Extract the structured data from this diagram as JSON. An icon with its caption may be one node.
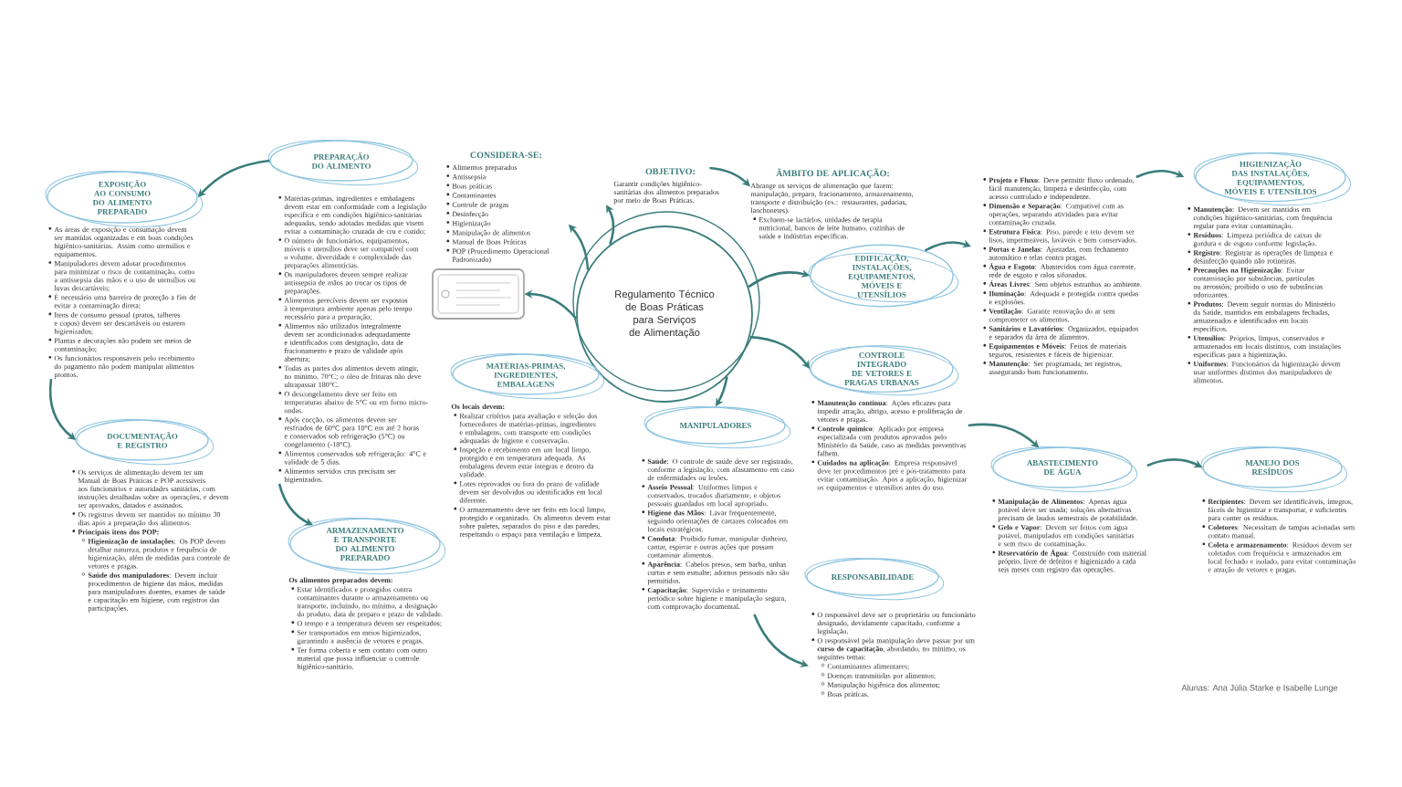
{
  "diagram": {
    "nodes": [
      {
        "text": [
          "Regulamento Técnico de Boas Práticas para Serviços de Alimentação"
        ]
      },
      {
        "text": [
          "CONSIDERA-SE:",
          "Alimentos preparados",
          "Antissepsia",
          "Boas práticas",
          "Contaminantes",
          "Controle de pragas",
          "Desinfecção",
          "Higienização",
          "Manipulação de alimentos",
          "Manual de Boas Práticas",
          "POP (Procedimento Operacional Padronizado)"
        ]
      },
      {
        "text": [
          "OBJETIVO:",
          "Garantir condições higiênico-sanitárias dos alimentos preparados por meio de Boas Práticas."
        ]
      },
      {
        "text": [
          "ÂMBITO DE APLICAÇÃO:",
          "Abrange os serviços de alimentação que fazem: manipulação, preparo, fracionamento, armazenamento, transporte e distribuição (ex.: restaurantes, padarias, lanchonetes).",
          "Excluem-se lactários, unidades de terapia nutricional, bancos de leite humano, cozinhas de saúde e indústrias específicas."
        ]
      },
      {
        "text": [],
        "shape": "picture"
      },
      {
        "text": [
          "EDIFICAÇÃO, INSTALAÇÕES, EQUIPAMENTOS, MÓVEIS E UTENSÍLIOS",
          "**Projeto e Fluxo**: Deve permitir fluxo ordenado, fácil manutenção, limpeza e desinfecção, com acesso controlado e independente.",
          "**Dimensão e Separação**: Compatível com as operações, separando atividades para evitar contaminação cruzada.",
          "**Estrutura Física**: Piso, parede e teto devem ser lisos, impermeáveis, laváveis e bem conservados.",
          "**Portas e Janelas**: Ajustadas, com fechamento automático e telas contra pragas.",
          "**Água e Esgoto**: Abastecidos com água corrente, rede de esgoto e ralos sifonados.",
          "**Áreas Livres**: Sem objetos estranhos ao ambiente.",
          "**Iluminação**: Adequada e protegida contra quedas e explosões.",
          "**Ventilação**: Garante renovação do ar sem comprometer os alimentos.",
          "**Sanitários e Lavatórios**: Organizados, equipados e separados da área de alimentos.",
          "**Equipamentos e Móveis**: Feitos de materiais seguros, resistentes e fáceis de higienizar.",
          "**Manutenção**: Ser programada, ter registros, assegurando bom funcionamento."
        ]
      },
      {
        "text": [
          "HIGIENIZAÇÃO DAS INSTALAÇÕES, EQUIPAMENTOS, MÓVEIS E UTENSÍLIOS",
          "**Manutenção**: Devem ser mantidos em condições higiênico-sanitárias, com frequência regular para evitar contaminação.",
          "**Resíduos**: Limpeza periódica de caixas de gordura e de esgoto conforme legislação.",
          "**Registro**: Registrar as operações de limpeza e desinfecção quando não rotineiras.",
          "**Precauções na Higienização**: Evitar contaminação por substâncias, partículas ou aerossóis; proibido o uso de substâncias odorizantes.",
          "**Produtos**: Devem seguir normas do Ministério da Saúde, mantidos em embalagens fechadas, armazenados e identificados em locais específicos.",
          "**Utensílios**: Próprios, limpos, conservados e armazenados em locais distintos, com instalações específicas para a higienização.",
          "**Uniformes**: Funcionários da higienização devem usar uniformes distintos dos manipuladores de alimentos."
        ]
      },
      {
        "text": [
          "CONTROLE INTEGRADO DE VETORES E PRAGAS URBANAS",
          "**Manutenção contínua**: Ações eficazes para impedir atração, abrigo, acesso e proliferação de vetores e pragas.",
          "**Controle químico**: Aplicado por empresa especializada com produtos aprovados pelo Ministério da Saúde, caso as medidas preventivas falhem.",
          "**Cuidados na aplicação**: Empresa responsável deve ter procedimentos pré e pós-tratamento para evitar contaminação. Após a aplicação, higienizar os equipamentos e utensílios antes do uso."
        ]
      },
      {
        "text": [
          "ABASTECIMENTO DE ÁGUA",
          "**Manipulação de Alimentos**: Apenas água potável deve ser usada; soluções alternativas precisam de laudos semestrais de potabilidade.",
          "**Gelo e Vapor**: Devem ser feitos com água potável, manipulados em condições sanitárias e sem risco de contaminação.",
          "**Reservatório de Água**: Construído com material próprio, livre de defeitos e higienizado a cada seis meses com registro das operações."
        ]
      },
      {
        "text": [
          "MANEJO DOS RESÍDUOS",
          "**Recipientes**: Devem ser identificáveis, íntegros, fáceis de higienizar e transportar, e suficientes para conter os resíduos.",
          "**Coletores**: Necessitam de tampas acionadas sem contato manual.",
          "**Coleta e armazenamento**: Resíduos devem ser coletados com frequência e armazenados em local fechado e isolado, para evitar contaminação e atração de vetores e pragas."
        ]
      },
      {
        "text": [
          "MATÉRIAS-PRIMAS, INGREDIENTES, EMBALAGENS",
          "Os locais devem:",
          "Realizar critérios para avaliação e seleção dos fornecedores de matérias-primas, ingredientes e embalagens, com transporte em condições adequadas de higiene e conservação.",
          "Inspeção e recebimento em um local limpo, protegido e em temperatura adequada. As embalagens devem estar íntegras e dentro da validade.",
          "Lotes reprovados ou fora do prazo de validade devem ser devolvidos ou identificados em local diferente.",
          "O armazenamento deve ser feito em local limpo, protegido e organizado. Os alimentos devem estar sobre paletes, separados do piso e das paredes, respeitando o espaço para ventilação e limpeza."
        ]
      },
      {
        "text": [
          "MANIPULADORES",
          "**Saúde**: O controle de saúde deve ser registrado, conforme a legislação, com afastamento em caso de enfermidades ou lesões.",
          "**Asseio Pessoal**: Uniformes limpos e conservados, trocados diariamente, e objetos pessoais guardados em local apropriado.",
          "**Higiene das Mãos**: Lavar frequentemente, seguindo orientações de cartazes colocados em locais estratégicos.",
          "**Conduta**: Proibido fumar, manipular dinheiro, cantar, espirrar e outras ações que possam contaminar alimentos.",
          "**Aparência**: Cabelos presos, sem barba, unhas curtas e sem esmalte; adornos pessoais não são permitidos.",
          "**Capacitação**: Supervisão e treinamento periódico sobre higiene e manipulação segura, com comprovação documental."
        ]
      },
      {
        "text": [
          "RESPONSABILIDADE",
          "O responsável deve ser o proprietário ou funcionário designado, devidamente capacitado, conforme a legislação.",
          "O responsável pela manipulação deve passar por um **curso de capacitação**, abordando, no mínimo, os seguintes temas:",
          "Contaminantes alimentares;",
          "Doenças transmitidas por alimentos;",
          "Manipulação higiênica dos alimentos;",
          "Boas práticas."
        ]
      },
      {
        "text": [
          "PREPARAÇÃO DO ALIMENTO",
          "Matérias-primas, ingredientes e embalagens devem estar em conformidade com a legislação específica e em condições higiênico-sanitárias adequadas, sendo adotadas medidas que visem evitar a contaminação cruzada de cru e cozido;",
          "O número de funcionários, equipamentos, móveis e utensílios deve ser compatível com o volume, diversidade e complexidade das preparações alimentícias.",
          "Os manipuladores devem sempre realizar antissepsia de mãos ao trocar os tipos de preparações.",
          "Alimentos perecíveis devem ser expostos à temperatura ambiente apenas pelo tempo necessário para a preparação;",
          "Alimentos não utilizados integralmente devem ser acondicionados adequadamente e identificados com designação, data de fracionamento e prazo de validade após abertura;",
          "Todas as partes dos alimentos devem atingir, no mínimo, 70°C; o óleo de frituras não deve ultrapassar 180°C.",
          "O descongelamento deve ser feito em temperaturas abaixo de 5°C ou em forno micro-ondas.",
          "Após cocção, os alimentos devem ser resfriados de 60°C para 10°C em até 2 horas e conservados sob refrigeração (5°C) ou congelamento (-18°C).",
          "Alimentos conservados sob refrigeração: 4°C e validade de 5 dias.",
          "Alimentos servidos crus precisam ser higienizados."
        ]
      },
      {
        "text": [
          "EXPOSIÇÃO AO CONSUMO DO ALIMENTO PREPARADO",
          "As áreas de exposição e consumação devem ser mantidas organizadas e em boas condições higiênico-sanitárias. Assim como utensílios e equipamentos.",
          "Manipuladores devem adotar procedimentos para minimizar o risco de contaminação, como a antissepsia das mãos e o uso de utensílios ou luvas descartáveis;",
          "É necessário uma barreira de proteção a fim de evitar a contaminação direta;",
          "Itens de consumo pessoal (pratos, talheres e copos) devem ser descartáveis ou estarem higienizados;",
          "Plantas e decorações não podem ser meios de contaminação;",
          "Os funcionários responsáveis pelo recebimento do pagamento não podem manipular alimentos prontos."
        ]
      },
      {
        "text": [
          "DOCUMENTAÇÃO E REGISTRO",
          "Os serviços de alimentação devem ter um Manual de Boas Práticas e POP acessíveis aos funcionários e autoridades sanitárias, com instruções detalhadas sobre as operações, e devem ser aprovados, datados e assinados.",
          "Os registros devem ser mantidos no mínimo 30 dias após a preparação dos alimentos.",
          "Principais itens dos POP:",
          "**Higienização de instalações**: Os POP devem detalhar natureza, produtos e frequência de higienização, além de medidas para controle de vetores e pragas.",
          "**Saúde dos manipuladores**: Devem incluir procedimentos de higiene das mãos, medidas para manipuladores doentes, exames de saúde e capacitação em higiene, com registros das participações."
        ]
      },
      {
        "text": [
          "ARMAZENAMENTO E TRANSPORTE DO ALIMENTO PREPARADO",
          "Os alimentos preparados devem:",
          "Estar identificados e protegidos contra contaminantes durante o armazenamento ou transporte, incluindo, no mínimo, a designação do produto, data de preparo e prazo de validade.",
          "O tempo e a temperatura devem ser respeitados;",
          "Ser transportados em meios higienizados, garantindo a ausência de vetores e pragas.",
          "Ter forma coberta e sem contato com outro material que possa influenciar o controle higiênico-sanitário."
        ]
      }
    ],
    "edges": [
      {
        "from": 0,
        "to": 1,
        "arrow": "to"
      },
      {
        "from": 0,
        "to": 2,
        "arrow": "to"
      },
      {
        "from": 2,
        "to": 3,
        "arrow": "to"
      },
      {
        "from": 0,
        "to": 4,
        "arrow": "to"
      },
      {
        "from": 0,
        "to": 5,
        "arrow": "to"
      },
      {
        "from": 0,
        "to": 7,
        "arrow": "to"
      },
      {
        "from": 0,
        "to": 11,
        "arrow": "to"
      },
      {
        "from": 5,
        "to": 6,
        "arrow": "to"
      },
      {
        "from": 5,
        "to": null,
        "arrow": "to"
      },
      {
        "from": 7,
        "to": 8,
        "arrow": "to"
      },
      {
        "from": 8,
        "to": 9,
        "arrow": "to"
      },
      {
        "from": 11,
        "to": 12,
        "arrow": "to"
      },
      {
        "from": 13,
        "to": 14,
        "arrow": "to"
      },
      {
        "from": 14,
        "to": 15,
        "arrow": "to"
      },
      {
        "from": 13,
        "to": 16,
        "arrow": "to"
      }
    ],
    "labels": [
      "Alunas: Ana Júlia Starke e Isabelle Lunge"
    ]
  }
}
